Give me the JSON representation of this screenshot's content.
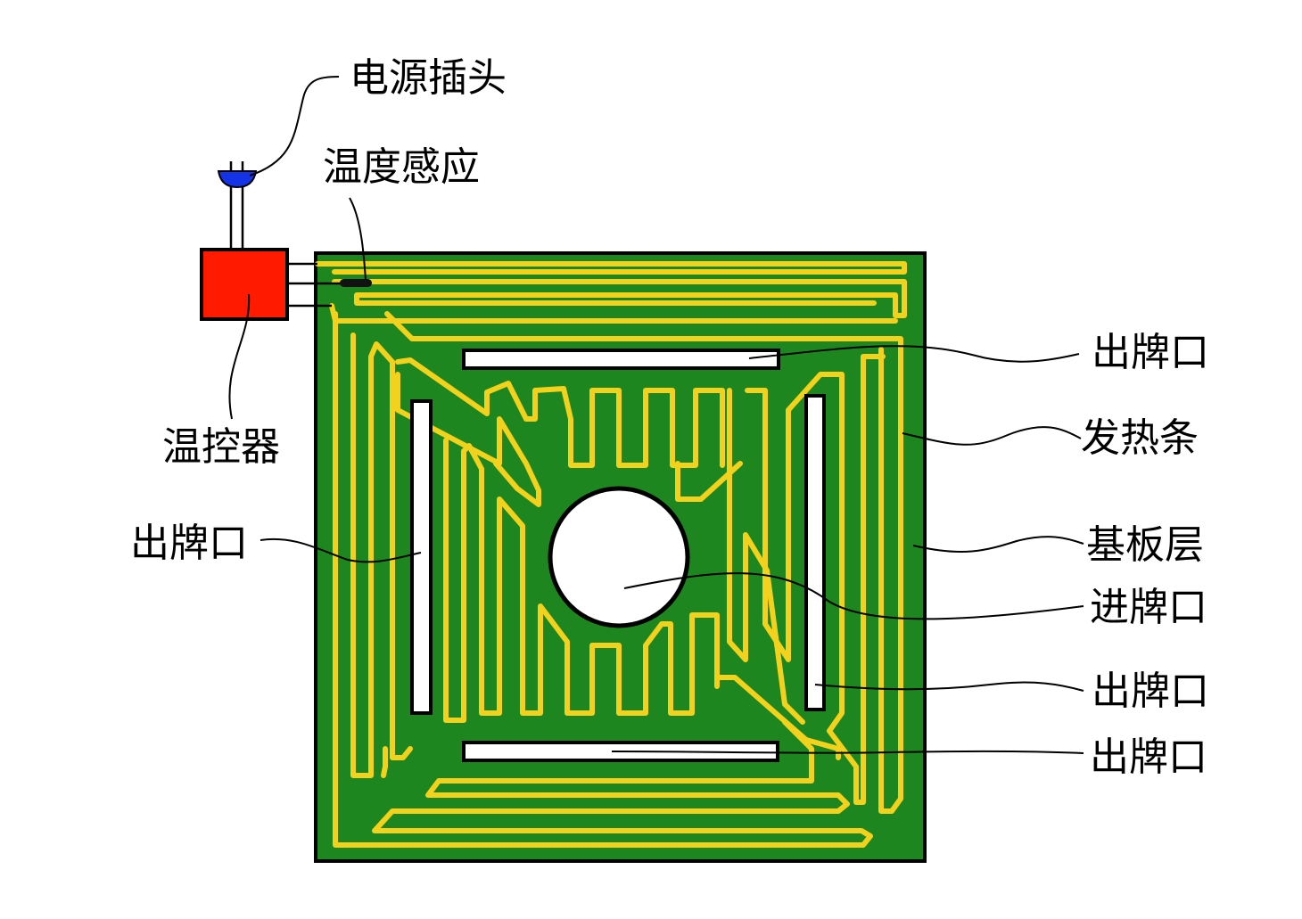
{
  "labels": {
    "power_plug": "电源插头",
    "temp_sensor": "温度感应",
    "thermostat": "温控器",
    "outlet_top": "出牌口",
    "outlet_left": "出牌口",
    "outlet_right": "出牌口",
    "outlet_bottom": "出牌口",
    "heating_strip": "发热条",
    "substrate": "基板层",
    "inlet": "进牌口"
  },
  "colors": {
    "substrate": "#1e861e",
    "heating_strip": "#f2d21c",
    "thermostat": "#ff1a00",
    "plug": "#1433e6",
    "outline": "#000000",
    "opening": "#ffffff"
  }
}
